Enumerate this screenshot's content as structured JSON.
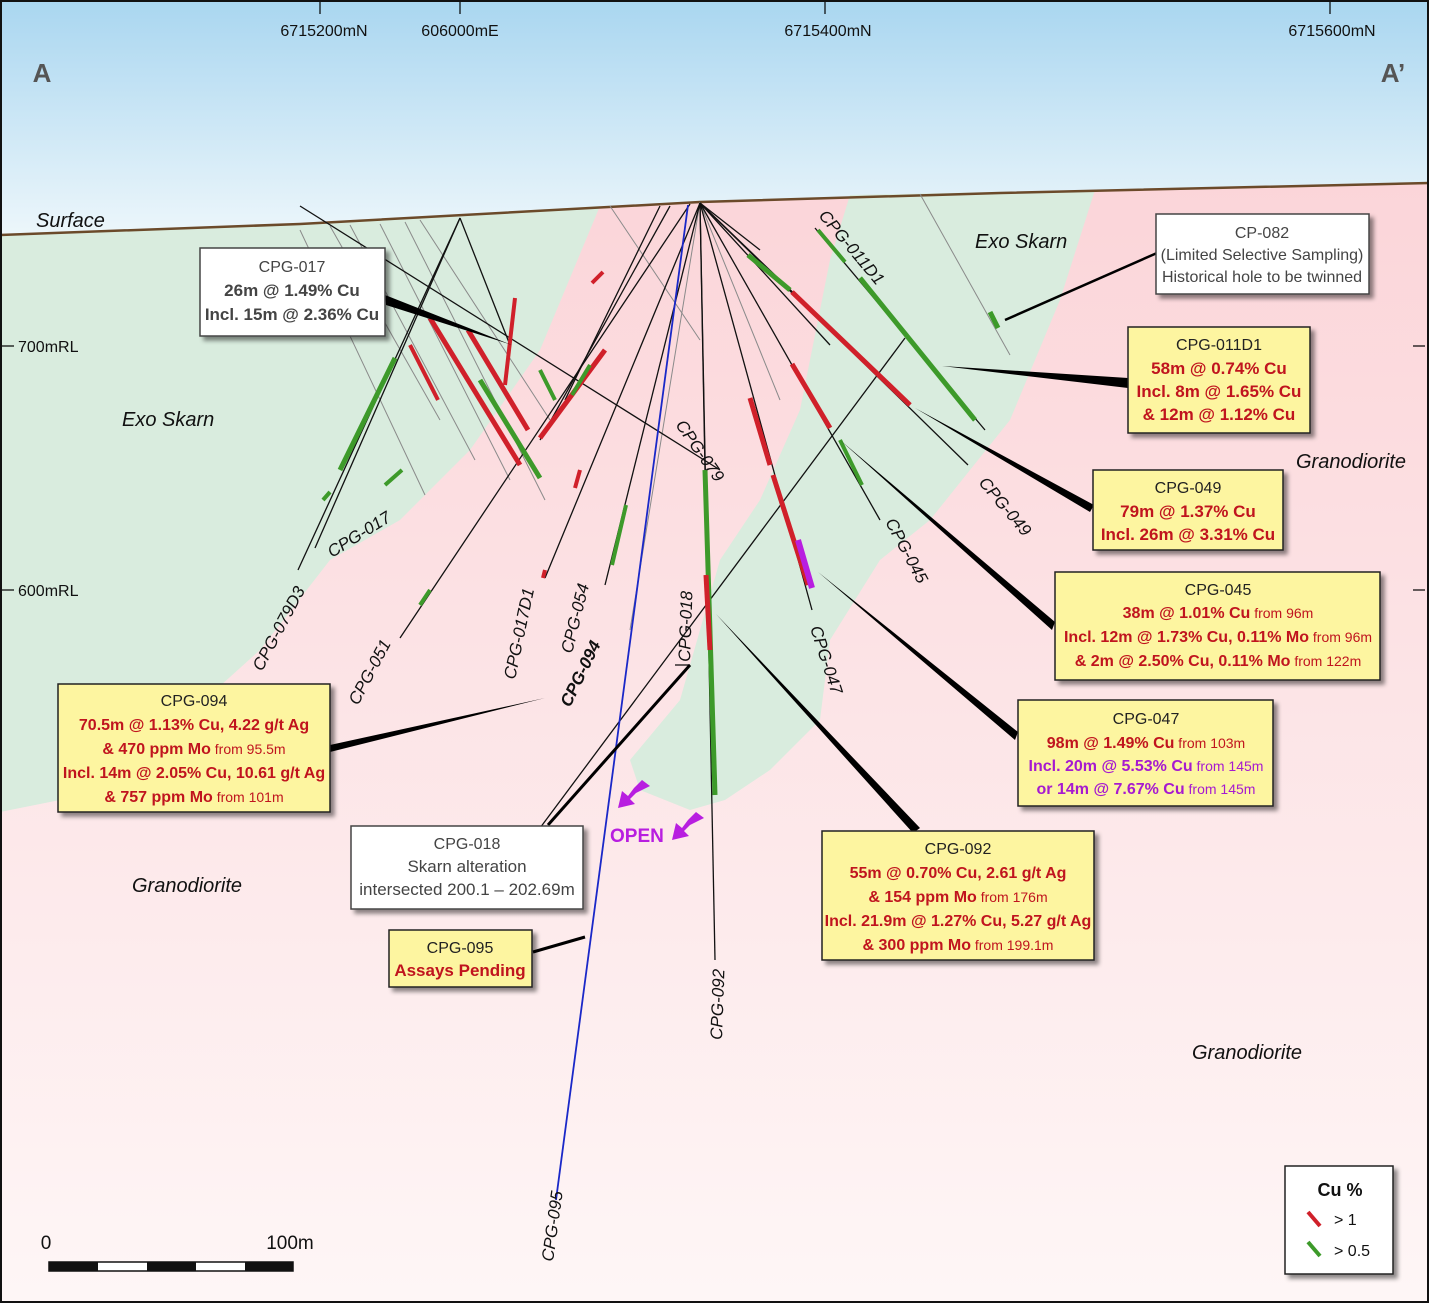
{
  "section": {
    "left_label": "A",
    "right_label": "A’",
    "surface_label": "Surface",
    "grid_labels": [
      "6715200mN",
      "606000mE",
      "6715400mN",
      "6715600mN"
    ],
    "elevations": [
      "700mRL",
      "600mRL"
    ],
    "rock_units": [
      "Exo Skarn",
      "Exo Skarn",
      "Granodiorite",
      "Granodiorite",
      "Granodiorite"
    ],
    "open_label": "OPEN"
  },
  "holes": [
    "CPG-079D3",
    "CPG-017",
    "CPG-051",
    "CPG-017D1",
    "CPG-054",
    "CPG-094",
    "CPG-018",
    "CPG-079",
    "CPG-092",
    "CPG-047",
    "CPG-045",
    "CPG-049",
    "CPG-011D1",
    "CPG-095"
  ],
  "callouts": {
    "cpg017": {
      "title": "CPG-017",
      "lines": [
        "26m @ 1.49% Cu",
        "Incl. 15m @ 2.36% Cu"
      ]
    },
    "cp082": {
      "title": "CP-082",
      "lines": [
        "(Limited Selective Sampling)",
        "Historical hole to be twinned"
      ]
    },
    "cpg011d1": {
      "title": "CPG-011D1",
      "lines": [
        "58m @ 0.74% Cu",
        "Incl. 8m @ 1.65% Cu",
        "& 12m @ 1.12% Cu"
      ]
    },
    "cpg049": {
      "title": "CPG-049",
      "lines": [
        "79m @ 1.37% Cu",
        "Incl. 26m @ 3.31% Cu"
      ]
    },
    "cpg045": {
      "title": "CPG-045",
      "l1": "38m @ 1.01% Cu",
      "l1f": " from 96m",
      "l2": "Incl. 12m @ 1.73% Cu, 0.11% Mo",
      "l2f": " from 96m",
      "l3": "& 2m @ 2.50% Cu, 0.11% Mo",
      "l3f": " from 122m"
    },
    "cpg047": {
      "title": "CPG-047",
      "l1": "98m @ 1.49% Cu",
      "l1f": " from 103m",
      "l2": "Incl. 20m @ 5.53% Cu",
      "l2f": " from 145m",
      "l3": "or 14m @ 7.67% Cu",
      "l3f": " from 145m"
    },
    "cpg092": {
      "title": "CPG-092",
      "l1": "55m @ 0.70% Cu, 2.61 g/t Ag",
      "l2": "& 154 ppm Mo",
      "l2f": " from 176m",
      "l3": "Incl. 21.9m @ 1.27% Cu, 5.27 g/t Ag",
      "l4": "& 300 ppm Mo",
      "l4f": " from 199.1m"
    },
    "cpg094": {
      "title": "CPG-094",
      "l1": "70.5m @ 1.13% Cu, 4.22 g/t Ag",
      "l2": "& 470 ppm Mo",
      "l2f": " from 95.5m",
      "l3": "Incl. 14m @ 2.05% Cu, 10.61 g/t Ag",
      "l4": "& 757 ppm Mo",
      "l4f": " from 101m"
    },
    "cpg018": {
      "title": "CPG-018",
      "lines": [
        "Skarn alteration",
        "intersected 200.1 – 202.69m"
      ]
    },
    "cpg095": {
      "title": "CPG-095",
      "lines": [
        "Assays Pending"
      ]
    }
  },
  "legend": {
    "title": "Cu %",
    "items": [
      {
        "label": "> 1",
        "color": "#d0202a"
      },
      {
        "label": "> 0.5",
        "color": "#3d9a2a"
      }
    ]
  },
  "scale_bar": {
    "start": "0",
    "end": "100m"
  },
  "colors": {
    "high_grade": "#d0202a",
    "mid_grade": "#3d9a2a",
    "very_high_grade": "#b81ee0",
    "skarn": "#d9ecde",
    "granodiorite": "#fbd9dd",
    "open_arrow": "#b81ee0",
    "highlight_box": "#fdf5a0",
    "planned_hole": "#1a28c8"
  }
}
